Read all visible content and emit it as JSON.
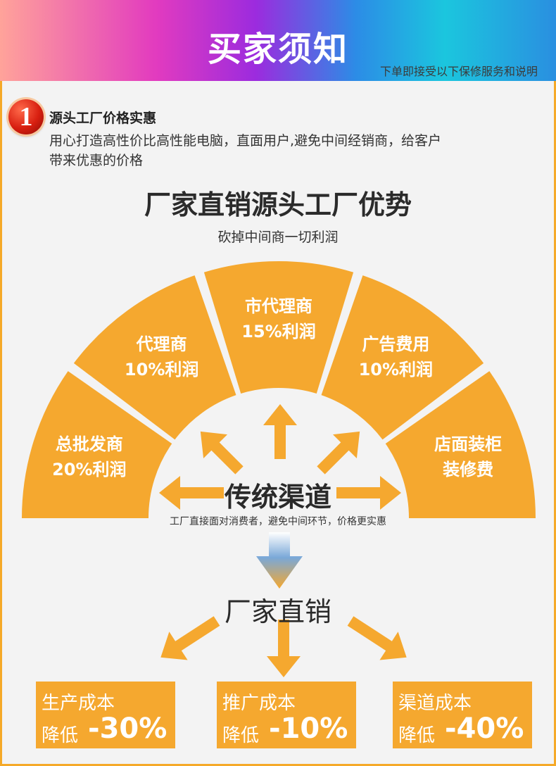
{
  "header": {
    "title": "买家须知",
    "subtitle": "下单即接受以下保修服务和说明"
  },
  "point": {
    "number": "1",
    "title": "源头工厂价格实惠",
    "desc_line1": "用心打造高性价比高性能电脑，直面用户,避免中间经销商，给客户",
    "desc_line2": "带来优惠的价格"
  },
  "section": {
    "title": "厂家直销源头工厂优势",
    "subtitle": "砍掉中间商一切利润"
  },
  "fan_segments": [
    {
      "line1": "总批发商",
      "line2": "20%利润"
    },
    {
      "line1": "代理商",
      "line2": "10%利润"
    },
    {
      "line1": "市代理商",
      "line2": "15%利润"
    },
    {
      "line1": "广告费用",
      "line2": "10%利润"
    },
    {
      "line1": "店面装柜",
      "line2": "装修费"
    }
  ],
  "center": {
    "title": "传统渠道",
    "subtitle": "工厂直接面对消费者，避免中间环节，价格更实惠"
  },
  "direct_sale": "厂家直销",
  "costs": [
    {
      "name": "生产成本",
      "low": "降低",
      "value": "-30%"
    },
    {
      "name": "推广成本",
      "low": "降低",
      "value": "-10%"
    },
    {
      "name": "渠道成本",
      "low": "降低",
      "value": "-40%"
    }
  ],
  "colors": {
    "accent": "#f5a82f",
    "frame": "#f5a928",
    "badge": "#d81f10"
  }
}
